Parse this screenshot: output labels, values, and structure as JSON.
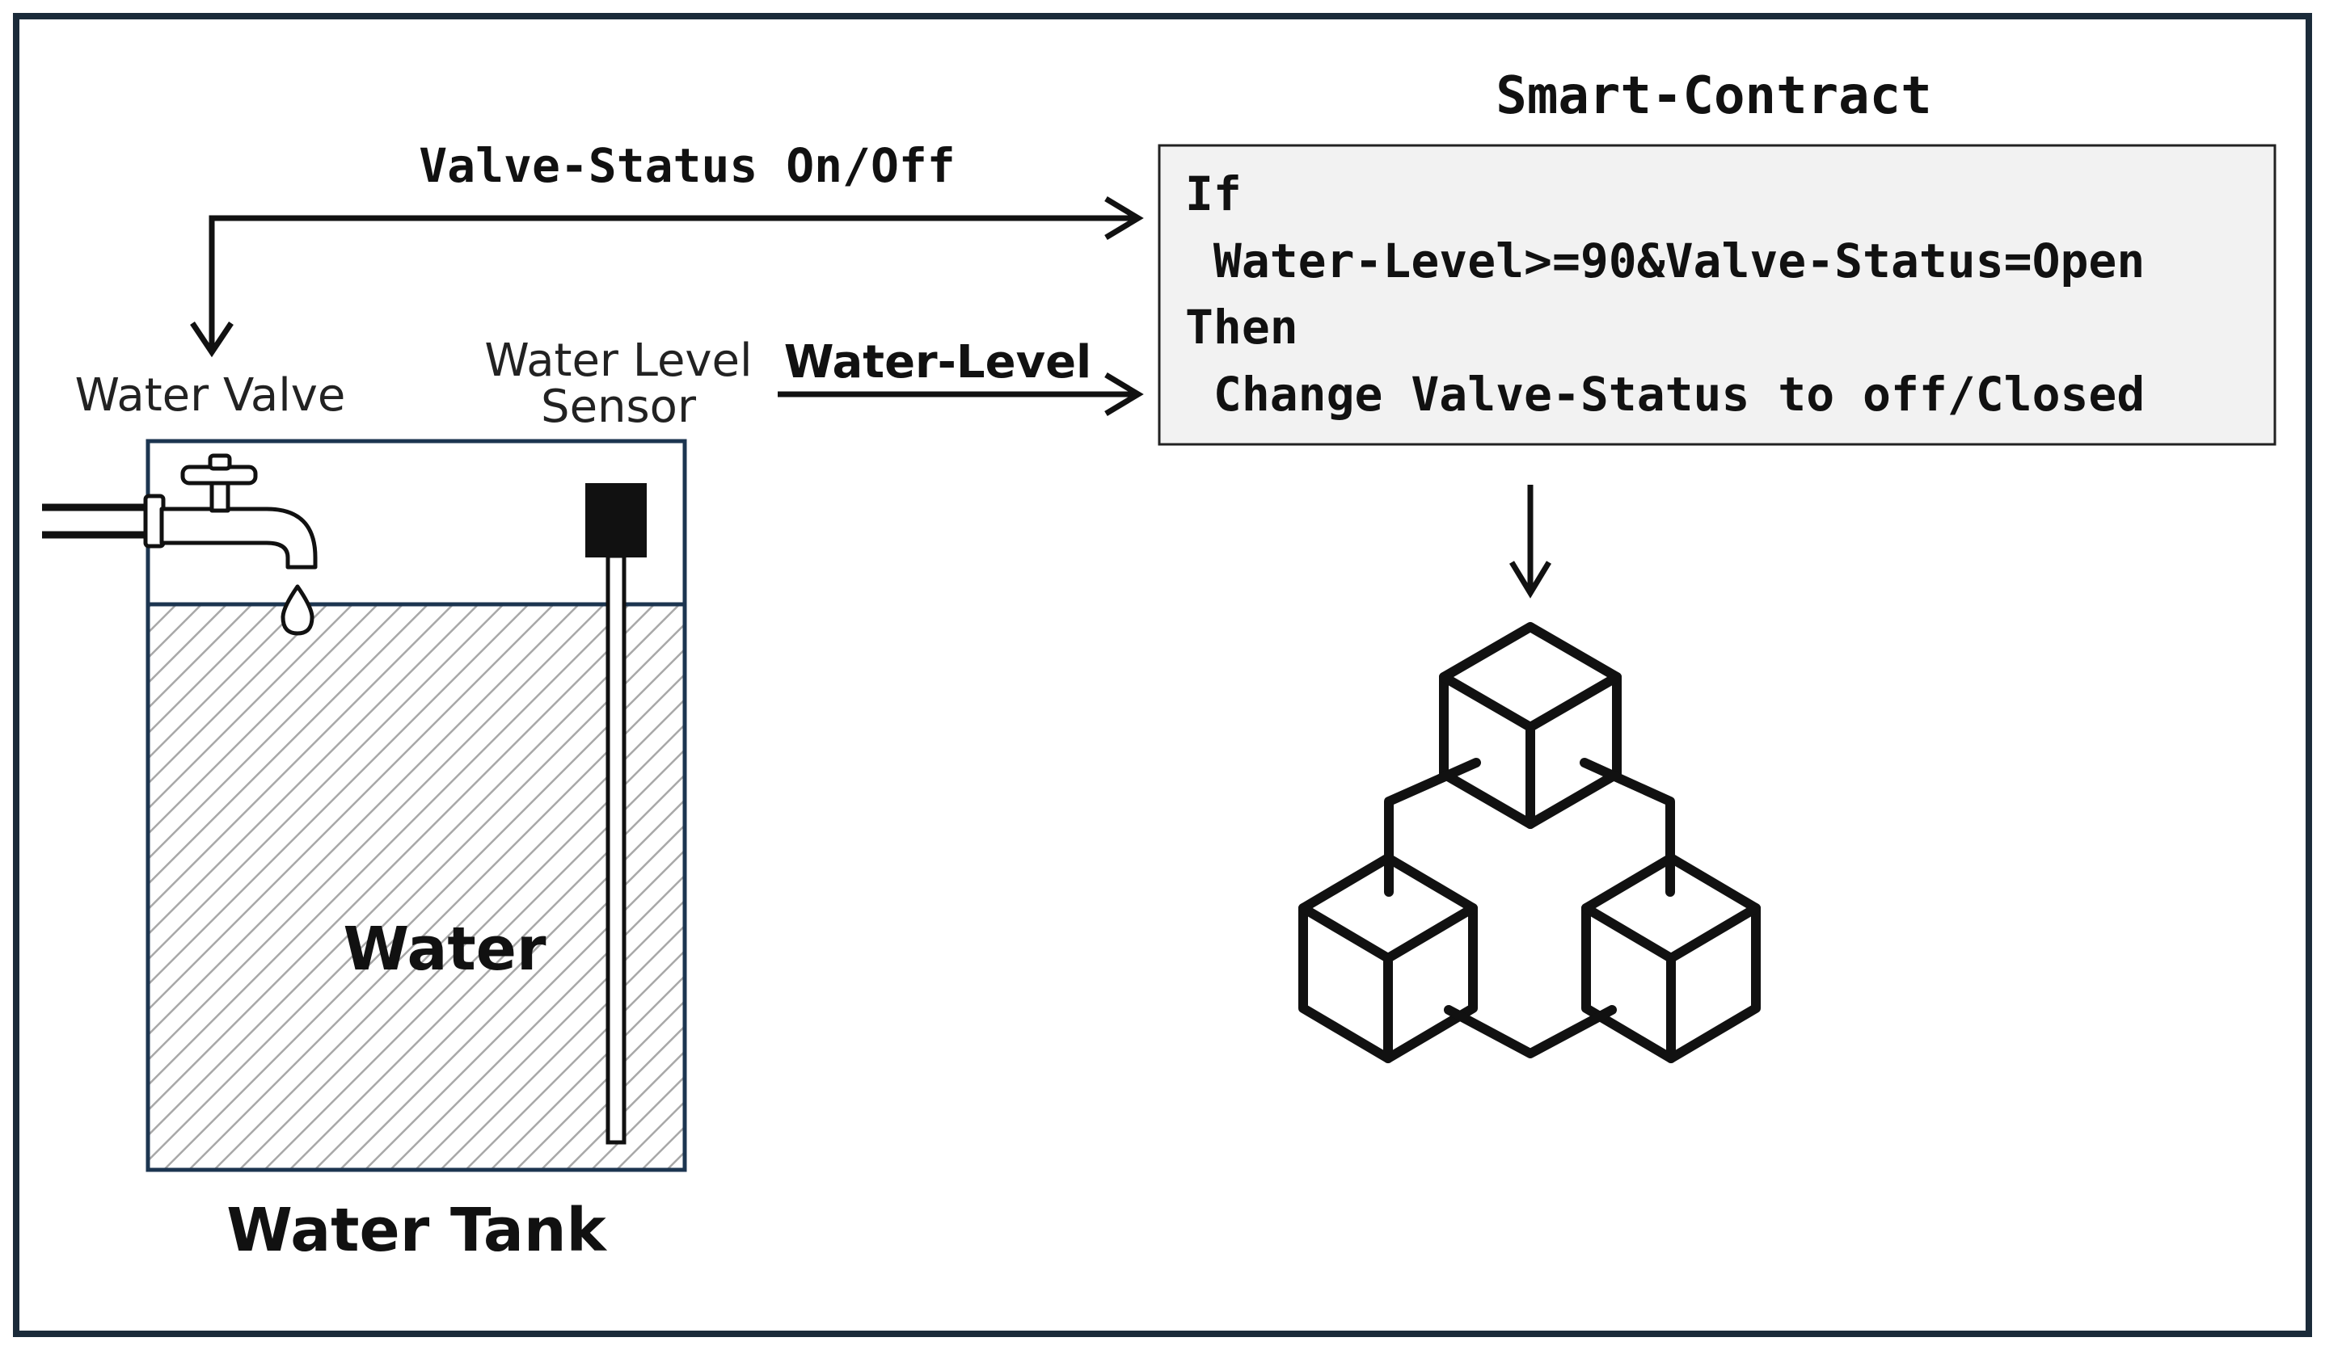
{
  "contract": {
    "title": "Smart-Contract",
    "lines": [
      "If",
      " Water-Level>=90&Valve-Status=Open",
      "Then",
      " Change Valve-Status to off/Closed"
    ]
  },
  "signals": {
    "valve_status": "Valve-Status On/Off",
    "water_level": "Water-Level"
  },
  "components": {
    "valve_label": "Water Valve",
    "sensor_label_line1": "Water Level",
    "sensor_label_line2": "Sensor",
    "water_label": "Water",
    "tank_label": "Water Tank"
  },
  "colors": {
    "frame": "#1b2b3a",
    "tank_border": "#1c3550",
    "contract_fill": "#f2f2f2",
    "hatch": "#a8a8a8",
    "ink": "#111111"
  },
  "icons": {
    "valve": "faucet-icon",
    "sensor": "level-sensor-icon",
    "blockchain": "blockchain-cubes-icon"
  }
}
